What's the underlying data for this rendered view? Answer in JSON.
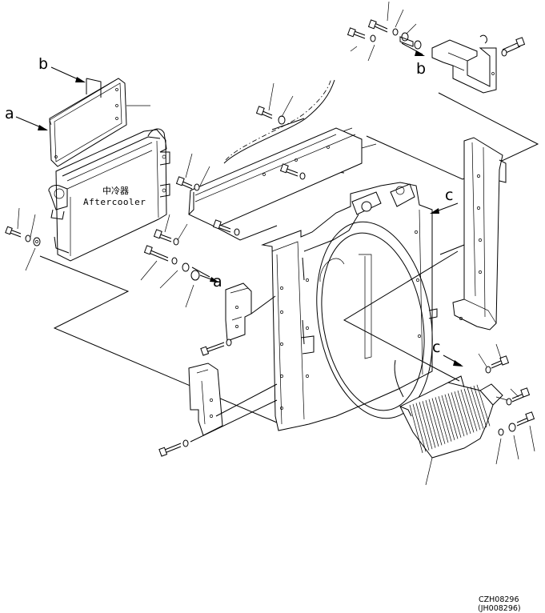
{
  "callouts": {
    "a_left": "a",
    "b_left": "b",
    "b_right": "b",
    "c_upper": "c",
    "c_lower": "c",
    "a_middle": "a"
  },
  "aftercooler": {
    "label_cn": "中冷器",
    "label_en": "Aftercooler"
  },
  "figure_codes": {
    "primary": "CZH08296",
    "secondary": "(JH008296)"
  }
}
